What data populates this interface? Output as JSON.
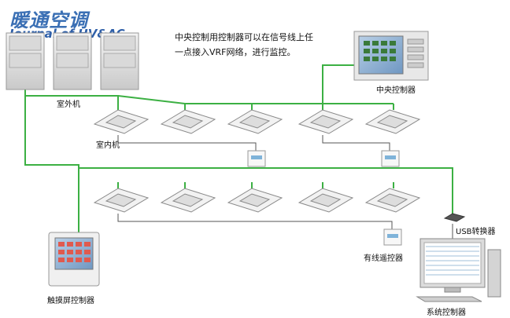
{
  "logo": {
    "cn": "暖通空调",
    "en": "Journal of HV&AC"
  },
  "note": "中央控制用控制器可以在信号线上任一点接入VRF网络，进行监控。",
  "labels": {
    "outdoor_unit": "室外机",
    "indoor_unit": "室内机",
    "central_controller": "中央控制器",
    "usb_converter": "USB转换器",
    "wired_remote": "有线遥控器",
    "touch_controller": "触摸屏控制器",
    "system_controller": "系统控制器"
  },
  "colors": {
    "signal_line": "#3cb043",
    "wire": "#555555",
    "logo": "#3a6fb4"
  }
}
